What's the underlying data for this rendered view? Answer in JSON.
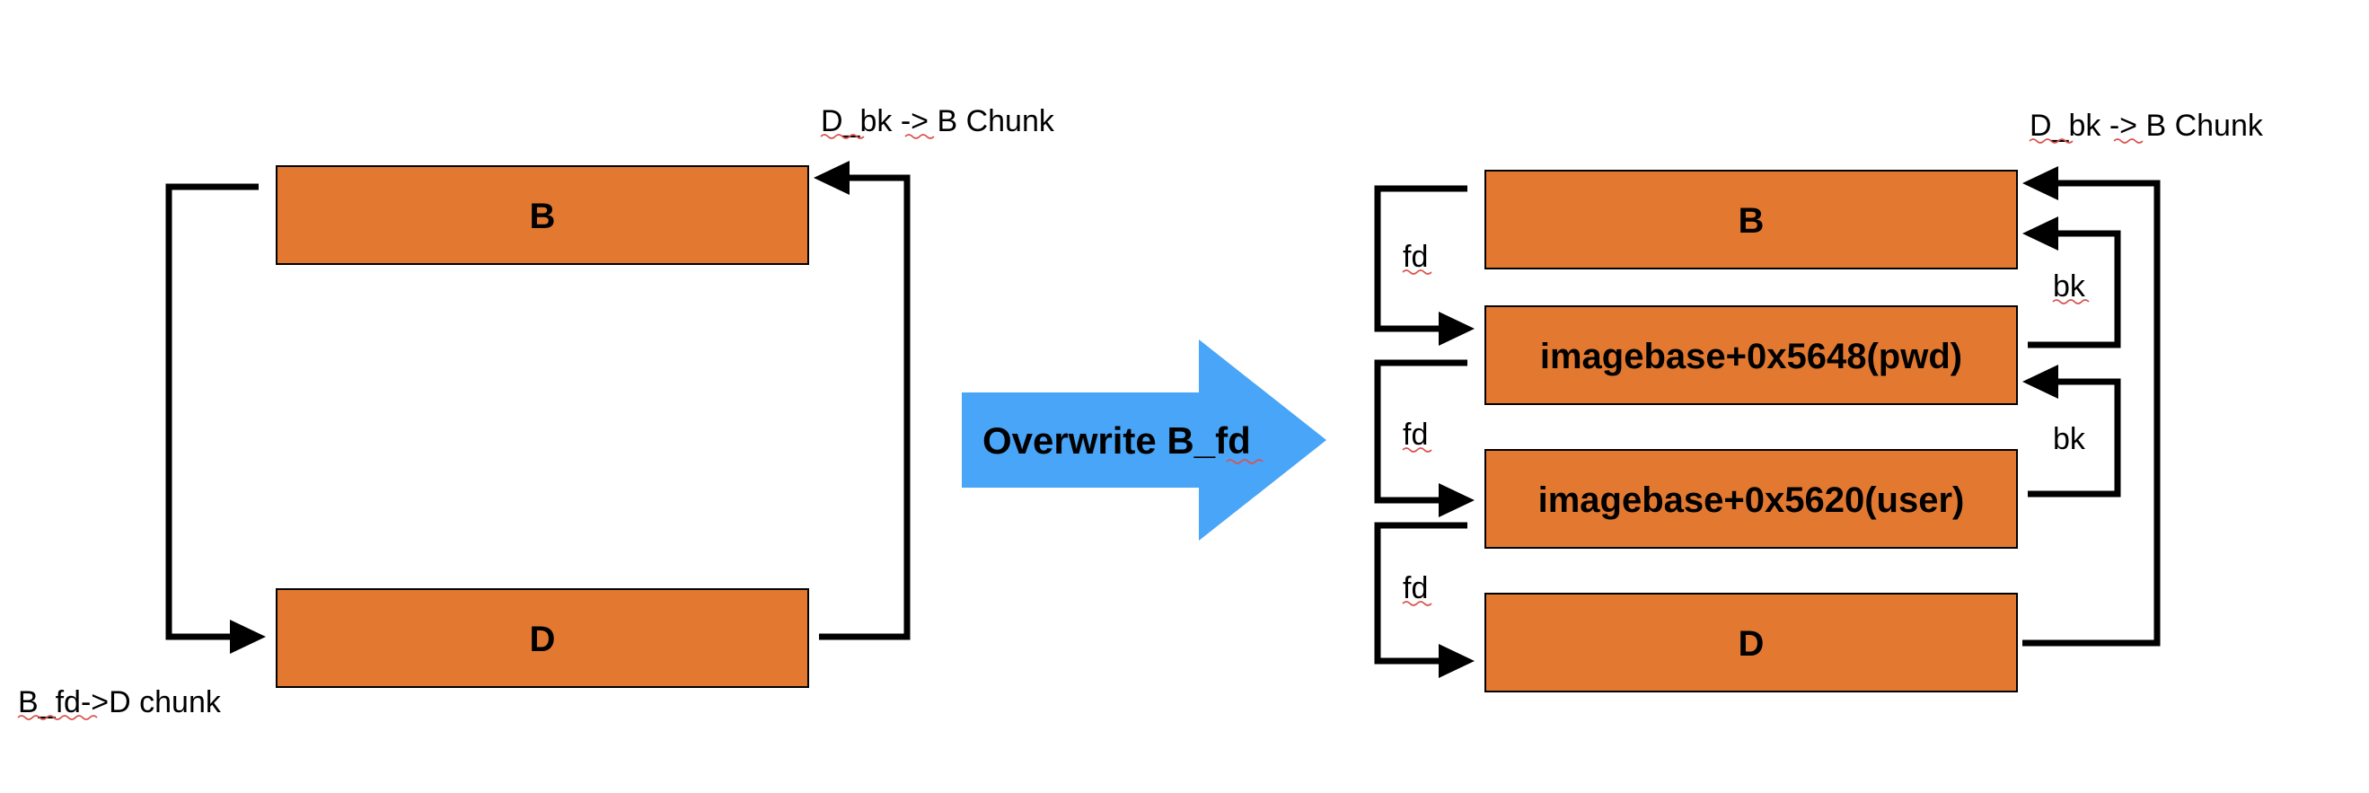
{
  "left": {
    "chunk_top": "B",
    "chunk_bottom": "D",
    "note_dbk": "D_bk -> B Chunk",
    "note_bfd": "B_fd->D chunk"
  },
  "middle": {
    "action": "Overwrite B_fd",
    "arrow_color": "#49A5F7"
  },
  "right": {
    "chunk_1": "B",
    "chunk_2": "imagebase+0x5648(pwd)",
    "chunk_3": "imagebase+0x5620(user)",
    "chunk_4": "D",
    "note_dbk": "D_bk -> B Chunk",
    "fd_label_1": "fd",
    "fd_label_2": "fd",
    "fd_label_3": "fd",
    "bk_label_1": "bk",
    "bk_label_2": "bk"
  },
  "colors": {
    "chunk_fill": "#E37931",
    "line": "#000000"
  }
}
